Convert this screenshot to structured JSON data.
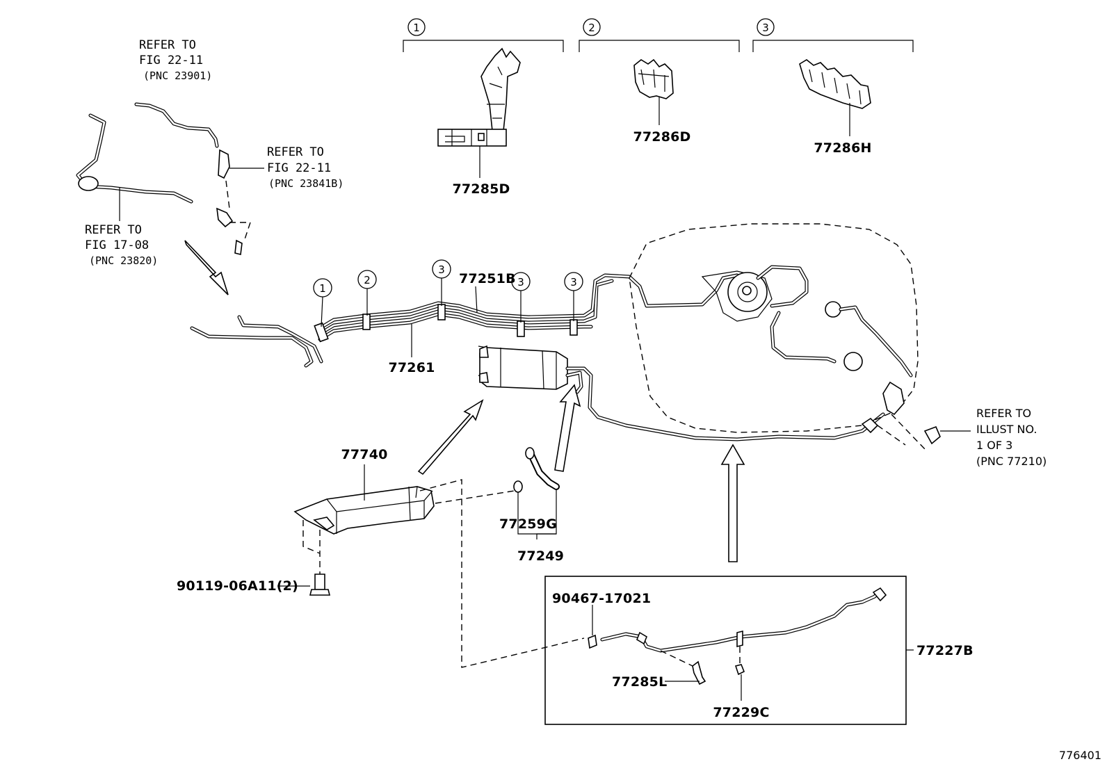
{
  "diagram_id": "776401",
  "clip_groups": [
    {
      "number": "1",
      "part": "77285D"
    },
    {
      "number": "2",
      "part": "77286D"
    },
    {
      "number": "3",
      "part": "77286H"
    }
  ],
  "callouts": {
    "c1": "1",
    "c2": "2",
    "c3a": "3",
    "c3b": "3",
    "c3c": "3"
  },
  "parts": {
    "p77251B": "77251B",
    "p77261": "77261",
    "p77740": "77740",
    "p77259G": "77259G",
    "p77249": "77249",
    "p9011906": "90119-06A11(2)",
    "p9046717021": "90467-17021",
    "p77285L": "77285L",
    "p77229C": "77229C",
    "p77227B": "77227B"
  },
  "refer_notes": {
    "n1": {
      "l1": "REFER TO",
      "l2": "FIG 22-11",
      "l3": "(PNC 23901)"
    },
    "n2": {
      "l1": "REFER TO",
      "l2": "FIG 22-11",
      "l3": "(PNC 23841B)"
    },
    "n3": {
      "l1": "REFER TO",
      "l2": "FIG 17-08",
      "l3": "(PNC 23820)"
    },
    "n4": {
      "l1": "REFER TO",
      "l2": "ILLUST NO.",
      "l3": "1 OF 3",
      "l4": "(PNC 77210)"
    }
  }
}
